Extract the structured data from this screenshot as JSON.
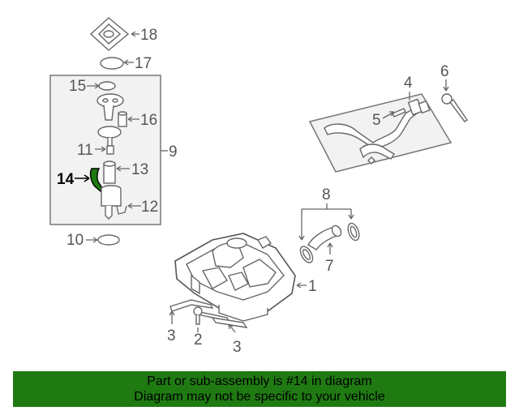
{
  "diagram": {
    "callouts": {
      "c1": "1",
      "c2": "2",
      "c3a": "3",
      "c3b": "3",
      "c4": "4",
      "c5": "5",
      "c6": "6",
      "c7": "7",
      "c8": "8",
      "c9": "9",
      "c10": "10",
      "c11": "11",
      "c12": "12",
      "c13": "13",
      "c14": "14",
      "c15": "15",
      "c16": "16",
      "c17": "17",
      "c18": "18"
    },
    "highlight_color": "#1f7a12"
  },
  "banner": {
    "line1": "Part or sub-assembly is #14 in diagram",
    "line2": "Diagram may not be specific to your vehicle",
    "background": "#1f7a12"
  }
}
